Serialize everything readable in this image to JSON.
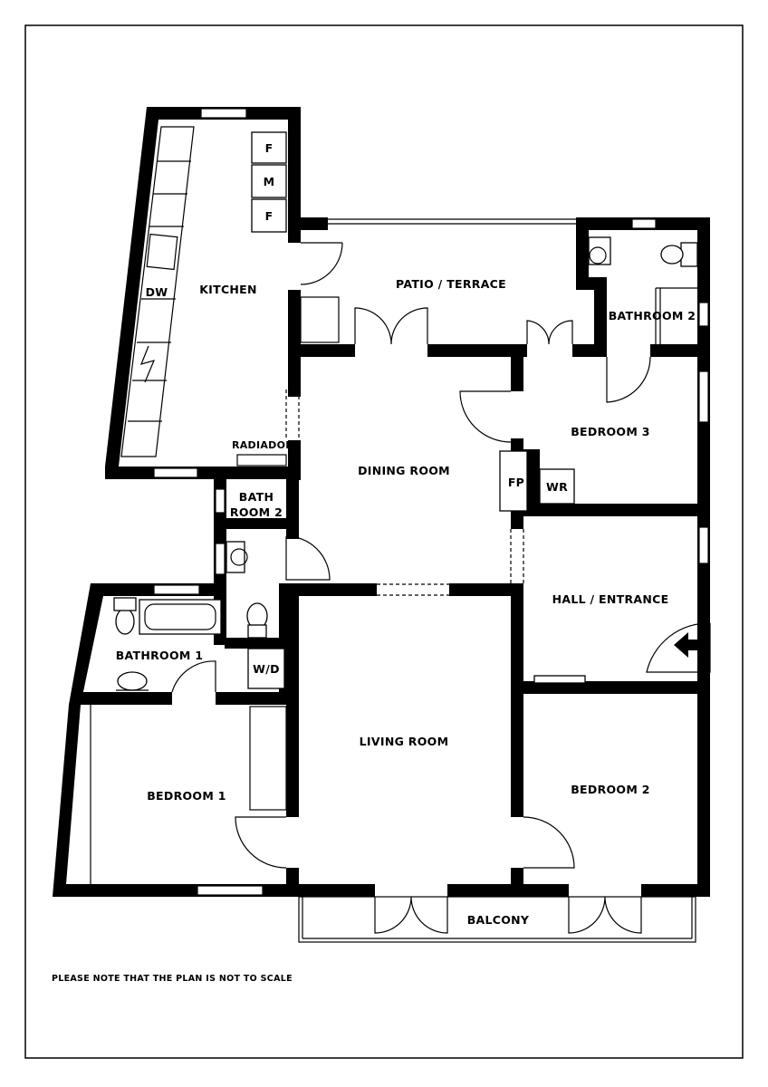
{
  "rooms": {
    "kitchen": "KITCHEN",
    "dw": "DW",
    "fridge_1": "F",
    "microwave": "M",
    "fridge_2": "F",
    "radiador": "RADIADOR",
    "patio": "PATIO / TERRACE",
    "bathroom_2": "BATHROOM 2",
    "bedroom_3": "BEDROOM 3",
    "dining_room": "DINING ROOM",
    "fp": "FP",
    "wr": "WR",
    "bath_room_2_line1": "BATH",
    "bath_room_2_line2": "ROOM 2",
    "hall_entrance": "HALL / ENTRANCE",
    "bathroom_1": "BATHROOM 1",
    "wd": "W/D",
    "living_room": "LIVING ROOM",
    "bedroom_1": "BEDROOM 1",
    "bedroom_2": "BEDROOM 2",
    "balcony": "BALCONY"
  },
  "note": "PLEASE NOTE THAT THE PLAN IS NOT TO SCALE",
  "icons": {
    "entrance": "arrow-left-icon"
  }
}
